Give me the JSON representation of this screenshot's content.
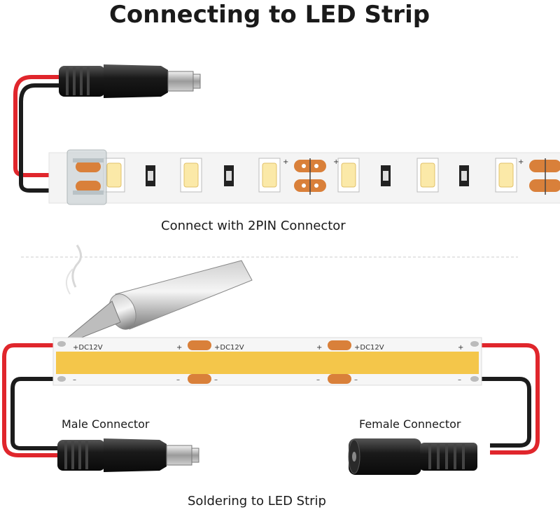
{
  "title": "Connecting to LED Strip",
  "section_top": {
    "caption": "Connect with 2PIN Connector"
  },
  "section_bottom": {
    "caption": "Soldering to LED Strip",
    "male_label": "Male Connector",
    "female_label": "Female Connector",
    "pad_label": "+DC12V",
    "plus": "+",
    "minus": "–"
  },
  "colors": {
    "wire_red": "#e0262c",
    "wire_black": "#1c1c1c",
    "pad_copper": "#d9803a",
    "cob_yellow": "#f4c64a",
    "led_yellow": "#fbe9a8"
  },
  "icons": [
    "dc-male-connector-icon",
    "dc-female-connector-icon",
    "soldering-iron-icon",
    "scissors-icon",
    "smd-led-icon",
    "resistor-icon"
  ]
}
